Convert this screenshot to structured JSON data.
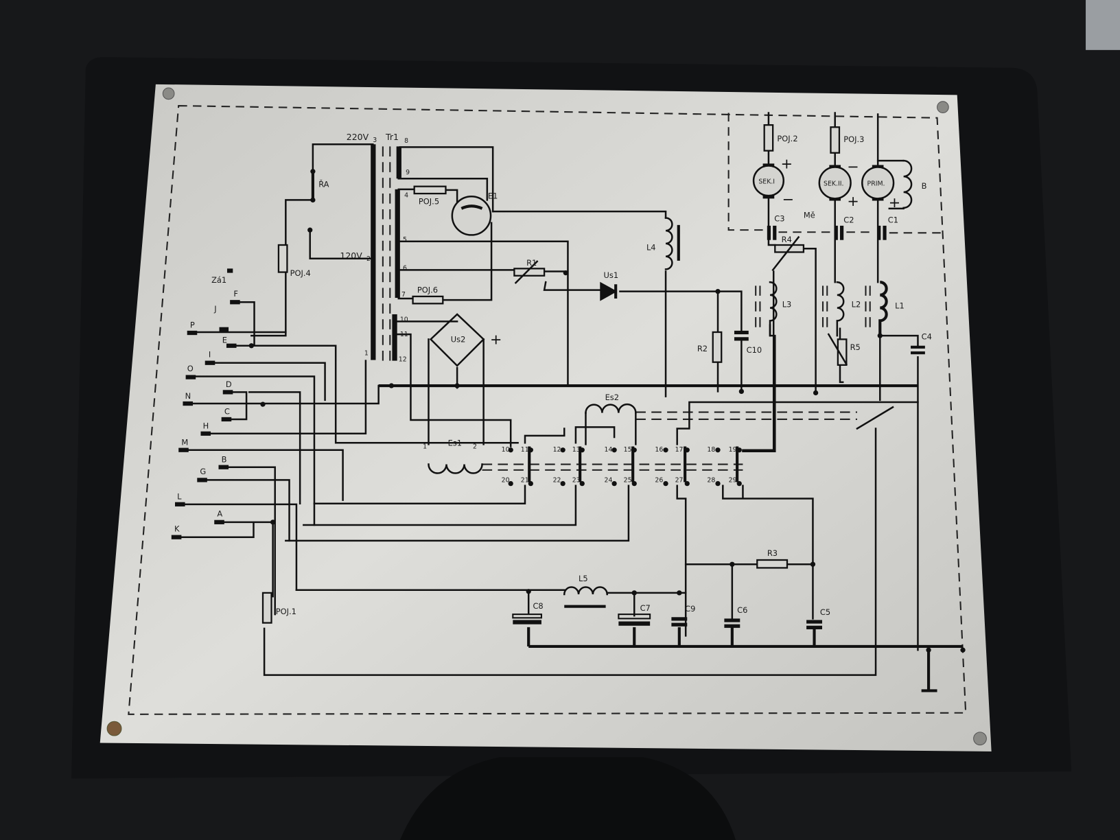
{
  "plate": {
    "transformer": {
      "name": "Tr1",
      "v_high": "220V",
      "v_low": "120V",
      "pins": [
        "1",
        "2",
        "3",
        "4",
        "5",
        "6",
        "7",
        "8",
        "9",
        "10",
        "11",
        "12"
      ]
    },
    "switches": {
      "ra": "ŘA",
      "za1": "Zá1"
    },
    "fuses": [
      "POJ.1",
      "POJ.2",
      "POJ.3",
      "POJ.4",
      "POJ.5",
      "POJ.6"
    ],
    "tube": "E1",
    "resistors": {
      "r1": "R1",
      "r2": "R2",
      "r3": "R3",
      "r4": "R4",
      "r5": "R5"
    },
    "diodes": {
      "us1": "Us1",
      "us2": "Us2"
    },
    "inductors": {
      "l1": "L1",
      "l2": "L2",
      "l3": "L3",
      "l4": "L4",
      "l5": "L5",
      "b": "B"
    },
    "capacitors": {
      "c1": "C1",
      "c2": "C2",
      "c3": "C3",
      "c4": "C4",
      "c5": "C5",
      "c6": "C6",
      "c7": "C7",
      "c8": "C8",
      "c9": "C9",
      "c10": "C10"
    },
    "relays": {
      "es1": "Es1",
      "es2": "Es2"
    },
    "meter_label": "Mě",
    "motors": {
      "sek1": "SEK.I",
      "sek2": "SEK.II.",
      "prim": "PRIM."
    },
    "polarity": {
      "plus": "+",
      "minus": "−"
    },
    "relay_pins_top": [
      "10",
      "11",
      "12",
      "13",
      "14",
      "15",
      "16",
      "17",
      "18",
      "19"
    ],
    "relay_pins_bottom": [
      "20",
      "21",
      "22",
      "23",
      "24",
      "25",
      "26",
      "27",
      "28",
      "29"
    ],
    "es1_pins": [
      "1",
      "2"
    ],
    "terminals": [
      "F",
      "J",
      "P",
      "E",
      "I",
      "O",
      "D",
      "N",
      "C",
      "H",
      "M",
      "B",
      "G",
      "L",
      "A",
      "K"
    ]
  }
}
